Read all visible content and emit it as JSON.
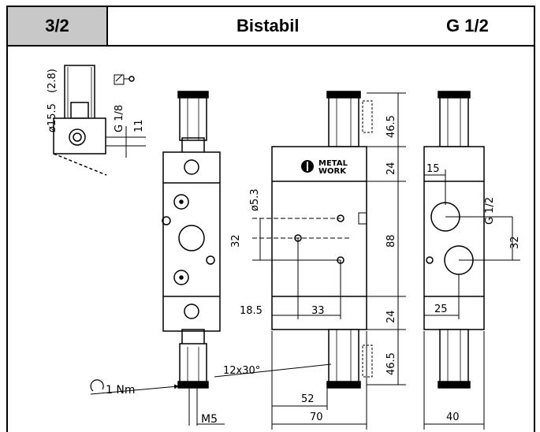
{
  "header": {
    "ports": "3/2",
    "type": "Bistabil",
    "thread": "G 1/2"
  },
  "logo": {
    "line1": "METAL",
    "line2": "WORK"
  },
  "dims": {
    "d_coil": "ø15.5",
    "d_coil_paren": "(2.8)",
    "pilot_port": "G 1/8",
    "pilot_off": "11",
    "solenoid_h_top": "46.5",
    "body_top_h": "24",
    "mount_hole": "ø5.3",
    "hole_spacing_v": "32",
    "body_mid_h": "88",
    "hole_off_x": "18.5",
    "hole_spacing_x": "33",
    "body_bot_h": "24",
    "solenoid_h_bot": "46.5",
    "screw": "12x30°",
    "torque": "1 Nm",
    "connector_thread": "M5",
    "width_52": "52",
    "width_70": "70",
    "side_port_off": "15",
    "side_port_thread": "G 1/2",
    "side_port_v": "32",
    "side_port_x": "25",
    "side_width": "40"
  }
}
